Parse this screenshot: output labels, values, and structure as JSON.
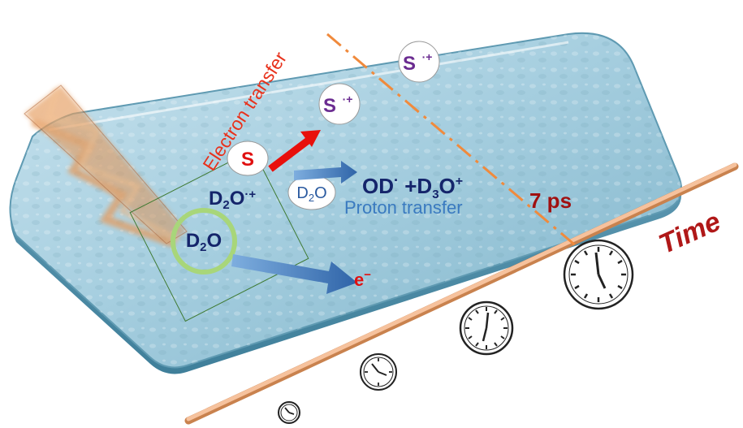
{
  "labels": {
    "electron_transfer": "Electron transfer",
    "proton_transfer": "Proton transfer",
    "time": "Time",
    "time_marker": "7 ps"
  },
  "species": {
    "s": "S",
    "s_radical_cation_upper": "S",
    "s_radical_cation_lower": "S",
    "radical_cation_mark": "·+",
    "d2o_cation_d": "D",
    "d2o_cation_sub": "2",
    "d2o_cation_o": "O",
    "d2o_cation_charge": "·+",
    "d2o_bubble_d": "D",
    "d2o_bubble_sub": "2",
    "d2o_bubble_o": "O",
    "d2o_main_d": "D",
    "d2o_main_sub": "2",
    "d2o_main_o": "O",
    "od_radical": "OD",
    "od_dot": "·",
    "plus_d3o_prefix": " +D",
    "d3o_sub": "3",
    "d3o_o": "O",
    "d3o_charge": "+",
    "electron": "e",
    "electron_charge": "−"
  },
  "colors": {
    "surface_fill": "#a9cfe0",
    "surface_edge": "#7fb2c8",
    "time_axis": "#f2b38a",
    "electron_transfer_text": "#e8321c",
    "time_text": "#b01818",
    "time_marker_text": "#a01010",
    "proton_transfer_text": "#3a7ac0",
    "species_text": "#15256b",
    "radical_text": "#6b2c91",
    "s_text": "#e01010",
    "dashed_line": "#f08a3c",
    "ring": "#a8d67a",
    "arrow_blue": "#3b78bd",
    "arrow_red": "#e8100c",
    "laser_beam": "#d98a4a"
  },
  "icons": [
    "clock-icon",
    "clock-icon",
    "clock-icon",
    "clock-icon"
  ]
}
